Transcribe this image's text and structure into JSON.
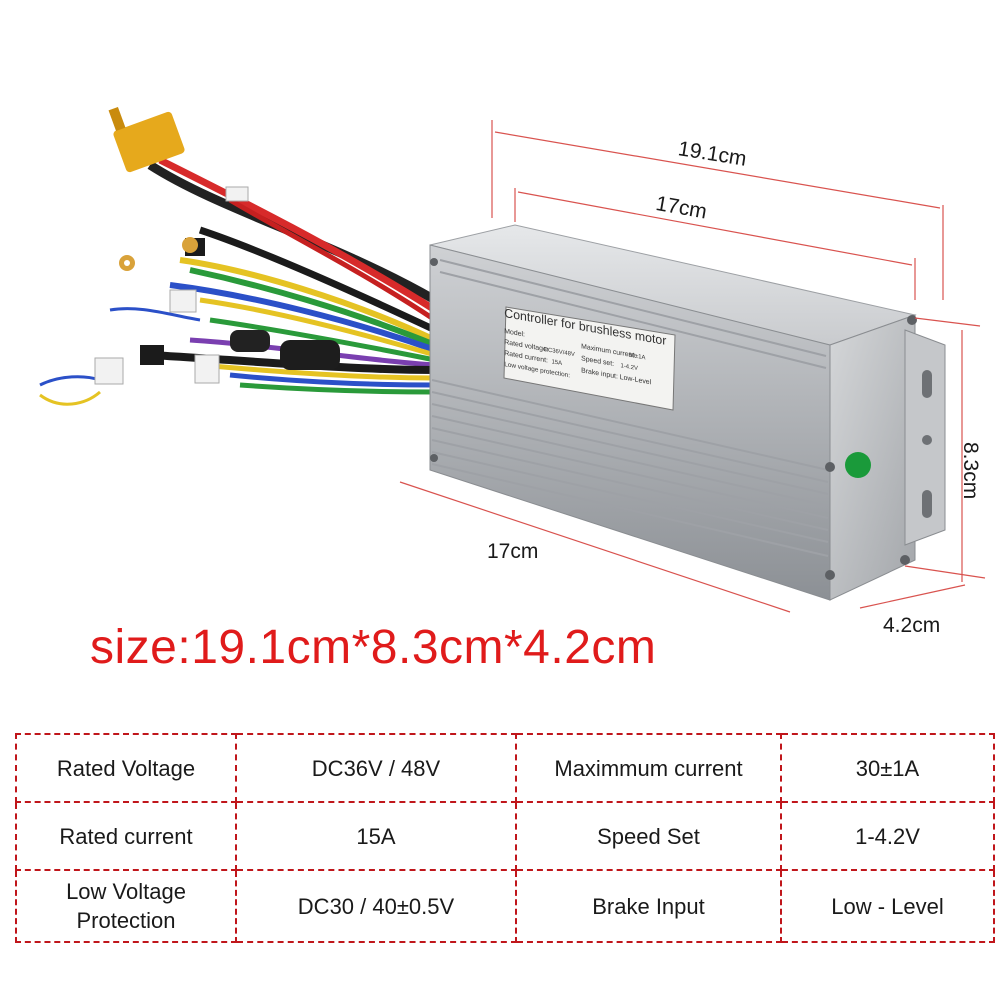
{
  "dimensions": {
    "length_outer": "19.1cm",
    "length_top": "17cm",
    "length_bottom": "17cm",
    "height": "8.3cm",
    "width": "4.2cm"
  },
  "nameplate": {
    "title": "Controller for brushless motor",
    "left_lines": [
      "Model:",
      "Rated voltage:",
      "Rated current:",
      "Low voltage protection:"
    ],
    "left_values": [
      "",
      "DC36V/48V",
      "15A",
      ""
    ],
    "right_lines": [
      "Maximum current:",
      "Speed set:",
      "Brake input: Low-Level"
    ],
    "right_values": [
      "30±1A",
      "1-4.2V",
      ""
    ]
  },
  "size_caption": "size:19.1cm*8.3cm*4.2cm",
  "specs": {
    "rows": [
      {
        "label1": "Rated Voltage",
        "value1": "DC36V / 48V",
        "label2": "Maximmum current",
        "value2": "30±1A"
      },
      {
        "label1": "Rated current",
        "value1": "15A",
        "label2": "Speed Set",
        "value2": "1-4.2V"
      },
      {
        "label1a": "Low Voltage",
        "label1b": "Protection",
        "value1": "DC30 / 40±0.5V",
        "label2": "Brake Input",
        "value2": "Low - Level"
      }
    ]
  },
  "colors": {
    "caption_red": "#e01b1b",
    "table_border": "#c0161b",
    "dimension_line": "#d9534f",
    "housing": "#b9bcc0",
    "connector_yellow": "#e6a91c"
  }
}
